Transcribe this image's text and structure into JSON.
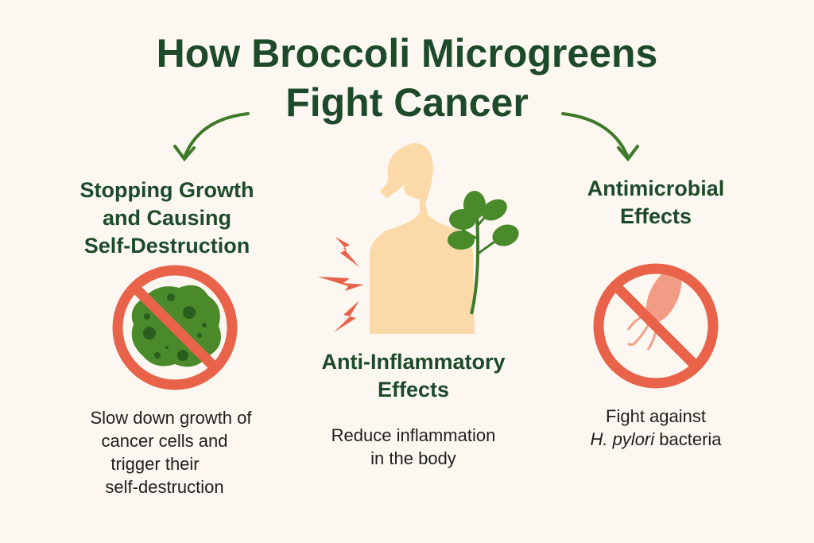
{
  "title": {
    "line1": "How Broccoli Microgreens",
    "line2": "Fight Cancer"
  },
  "sections": [
    {
      "heading": [
        "Stopping Growth",
        "and Causing",
        "Self-Destruction"
      ],
      "body": [
        "Slow down growth of",
        "cancer cells and",
        "trigger their",
        "self-destruction"
      ],
      "icon": "no-cancer-cell-icon"
    },
    {
      "heading": [
        "Anti-Inflammatory",
        "Effects"
      ],
      "body": [
        "Reduce inflammation",
        "in the body"
      ],
      "icon": "body-with-microgreen-icon"
    },
    {
      "heading": [
        "Antimicrobial",
        "Effects"
      ],
      "body": [
        "Fight against",
        "H. pylori",
        "bacteria"
      ],
      "icon": "no-bacteria-icon"
    }
  ],
  "colors": {
    "background": "#fcf8f1",
    "title": "#1d4a2a",
    "prohibit": "#e8634a",
    "green": "#4a8a2a",
    "skin": "#fcd9a8"
  }
}
